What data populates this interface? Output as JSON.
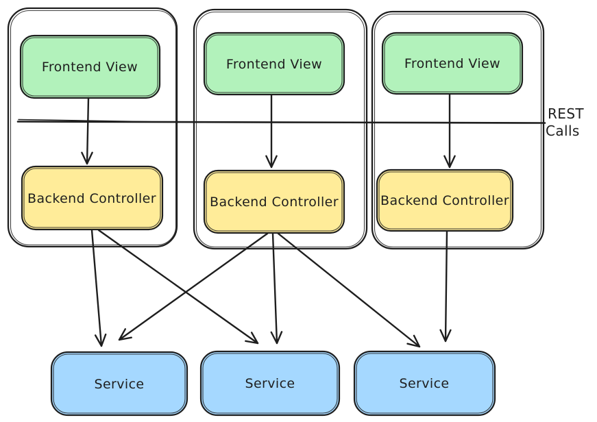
{
  "diagram": {
    "type": "architecture-sketch",
    "columns": [
      {
        "frontend_label": "Frontend View",
        "backend_label": "Backend Controller"
      },
      {
        "frontend_label": "Frontend View",
        "backend_label": "Backend Controller"
      },
      {
        "frontend_label": "Frontend View",
        "backend_label": "Backend Controller"
      }
    ],
    "services": [
      {
        "label": "Service"
      },
      {
        "label": "Service"
      },
      {
        "label": "Service"
      }
    ],
    "rest_label": {
      "line1": "REST",
      "line2": "Calls"
    },
    "colors": {
      "frontend_fill": "#b2f2bb",
      "backend_fill": "#ffec99",
      "service_fill": "#a5d8ff",
      "stroke": "#1e1e1e",
      "background": "#ffffff"
    },
    "edges": [
      {
        "from": "frontend-1",
        "to": "backend-1"
      },
      {
        "from": "frontend-2",
        "to": "backend-2"
      },
      {
        "from": "frontend-3",
        "to": "backend-3"
      },
      {
        "from": "backend-1",
        "to": "service-1"
      },
      {
        "from": "backend-1",
        "to": "service-2"
      },
      {
        "from": "backend-2",
        "to": "service-1"
      },
      {
        "from": "backend-2",
        "to": "service-2"
      },
      {
        "from": "backend-2",
        "to": "service-3"
      },
      {
        "from": "backend-3",
        "to": "service-3"
      }
    ]
  }
}
